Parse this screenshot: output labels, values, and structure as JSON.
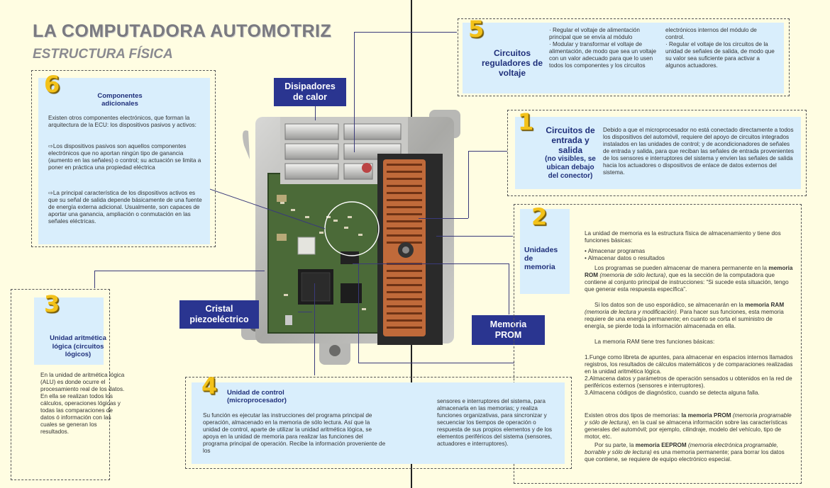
{
  "header": {
    "title": "LA COMPUTADORA AUTOMOTRIZ",
    "subtitle": "ESTRUCTURA FÍSICA"
  },
  "labels": {
    "disipadores": [
      "Disipadores",
      "de calor"
    ],
    "cristal": [
      "Cristal",
      "piezoeléctrico"
    ],
    "memoria_prom": [
      "Memoria",
      "PROM"
    ]
  },
  "s6": {
    "number": "6",
    "heading": [
      "Componentes",
      "adicionales"
    ],
    "intro": "Existen otros componentes electrónicos, que forman la arquitectura de la ECU: los dispositivos pasivos y activos:",
    "b1": "⇨Los dispositivos pasivos son aquellos componentes electrónicos que no aportan ningún tipo de ganancia (aumento en las señales) o control; su actuación se limita a poner en práctica una propiedad eléctrica",
    "b2": "⇨La principal característica de los dispositivos activos es que su señal de salida depende básicamente de una fuente de energía externa adicional. Usualmente, son capaces de aportar una ganancia, ampliación o conmutación en las señales eléctricas."
  },
  "s5": {
    "number": "5",
    "heading": [
      "Circuitos",
      "reguladores de",
      "voltaje"
    ],
    "col1": [
      "· Regular el voltaje de alimentación principal que se envía al módulo",
      "· Modular y transformar el voltaje de alimentación, de modo que sea un voltaje con un valor adecuado para que lo usen todos los componentes y los circuitos"
    ],
    "col2": [
      "electrónicos internos del módulo de control.",
      "· Regular el voltaje de los circuitos de la unidad de señales de salida, de modo que su valor sea suficiente para activar a algunos actuadores."
    ]
  },
  "s1": {
    "number": "1",
    "heading": [
      "Circuitos de",
      "entrada y",
      "salida"
    ],
    "note": [
      "(no visibles, se",
      "ubican debajo",
      "del conector)"
    ],
    "text": "Debido a que el microprocesador no está conectado directamente a todos los dispositivos del automóvil, requiere del apoyo de circuitos integrados instalados en las unidades de control; y de acondicionadores de señales de entrada y salida, para que reciban las señales de entrada provenientes de los sensores e interruptores del sistema y envíen las señales de salida hacia los actuadores o dispositivos de enlace de datos externos del sistema."
  },
  "s2": {
    "number": "2",
    "heading": [
      "Unidades",
      "de",
      "memoria"
    ],
    "intro": "La unidad de memoria es la estructura física de almacenamiento y tiene dos funciones básicas:",
    "list": [
      "• Almacenar programas",
      "• Almacenar datos o resultados"
    ],
    "rom_a": "Los programas se pueden almacenar de manera permanente en la ",
    "rom_b": "memoria ROM",
    "rom_c": " (memoria de sólo lectura)",
    "rom_d": ", que es la sección de la computadora que contiene al conjunto principal de instrucciones: “Si sucede esta situación, tengo que generar esta respuesta específica”.",
    "ram_a": "Si los datos son de uso esporádico, se almacenarán en la ",
    "ram_b": "memoria RAM",
    "ram_c": " (memoria de lectura y modificación)",
    "ram_d": ". Para hacer sus funciones, esta memoria requiere de una energía permanente; en cuanto se corta el suministro de energía, se pierde toda la información almacenada en ella.",
    "ram_fn": "La memoria RAM tiene tres funciones básicas:",
    "fns": [
      "1.Funge como libreta de apuntes, para almacenar en espacios internos llamados registros, los resultados de cálculos matemáticos y de comparaciones realizadas en la unidad aritmética lógica.",
      "2.Almacena datos y parámetros de operación sensados u obtenidos en la red de periféricos externos (sensores e interruptores).",
      "3.Almacena códigos de diagnóstico, cuando se detecta alguna falla."
    ],
    "prom_a": "Existen otros dos tipos de memorias: ",
    "prom_b": "la memoria PROM",
    "prom_c": " (memoria programable y sólo de lectura)",
    "prom_d": ", en la cual se almacena información sobre las características generales del automóvil; por ejemplo, cilindraje, modelo del vehículo, tipo de motor, etc.",
    "eep_a": "Por su parte, la ",
    "eep_b": "memoria EEPROM",
    "eep_c": " (memoria electrónica programable, borrable y sólo de lectura)",
    "eep_d": " es una memoria permanente; para borrar los datos que contiene, se requiere de equipo electrónico especial."
  },
  "s3": {
    "number": "3",
    "heading": [
      "Unidad aritmética",
      "lógica (circuitos",
      "lógicos)"
    ],
    "text": "En la unidad de aritmética lógica (ALU) es donde ocurre el procesamiento real de los datos. En ella se realizan todos los cálculos, operaciones lógicas y todas las comparaciones de datos ó información con las cuales se generan los resultados."
  },
  "s4": {
    "number": "4",
    "heading": [
      "Unidad de control",
      "(microprocesador)"
    ],
    "col1": "Su función es ejecutar las instrucciones del programa principal de operación, almacenado en la memoria de sólo lectura. Así que la unidad de control, aparte de utilizar la unidad aritmética lógica, se apoya en la unidad de memoria para realizar las funciones del programa principal de operación. Recibe la información proveniente de los",
    "col2": "sensores e interruptores del sistema, para almacenarla en las memorias; y realiza funciones organizativas, para sincronizar y secuenciar los tiempos de operación o respuesta de sus propios elementos y de los elementos periféricos del sistema (sensores, actuadores e interruptores)."
  },
  "colors": {
    "background": "#fffde2",
    "box": "#d9eefc",
    "label": "#2a3590",
    "number": "#f3c21a",
    "heading": "#1f2f7a"
  }
}
